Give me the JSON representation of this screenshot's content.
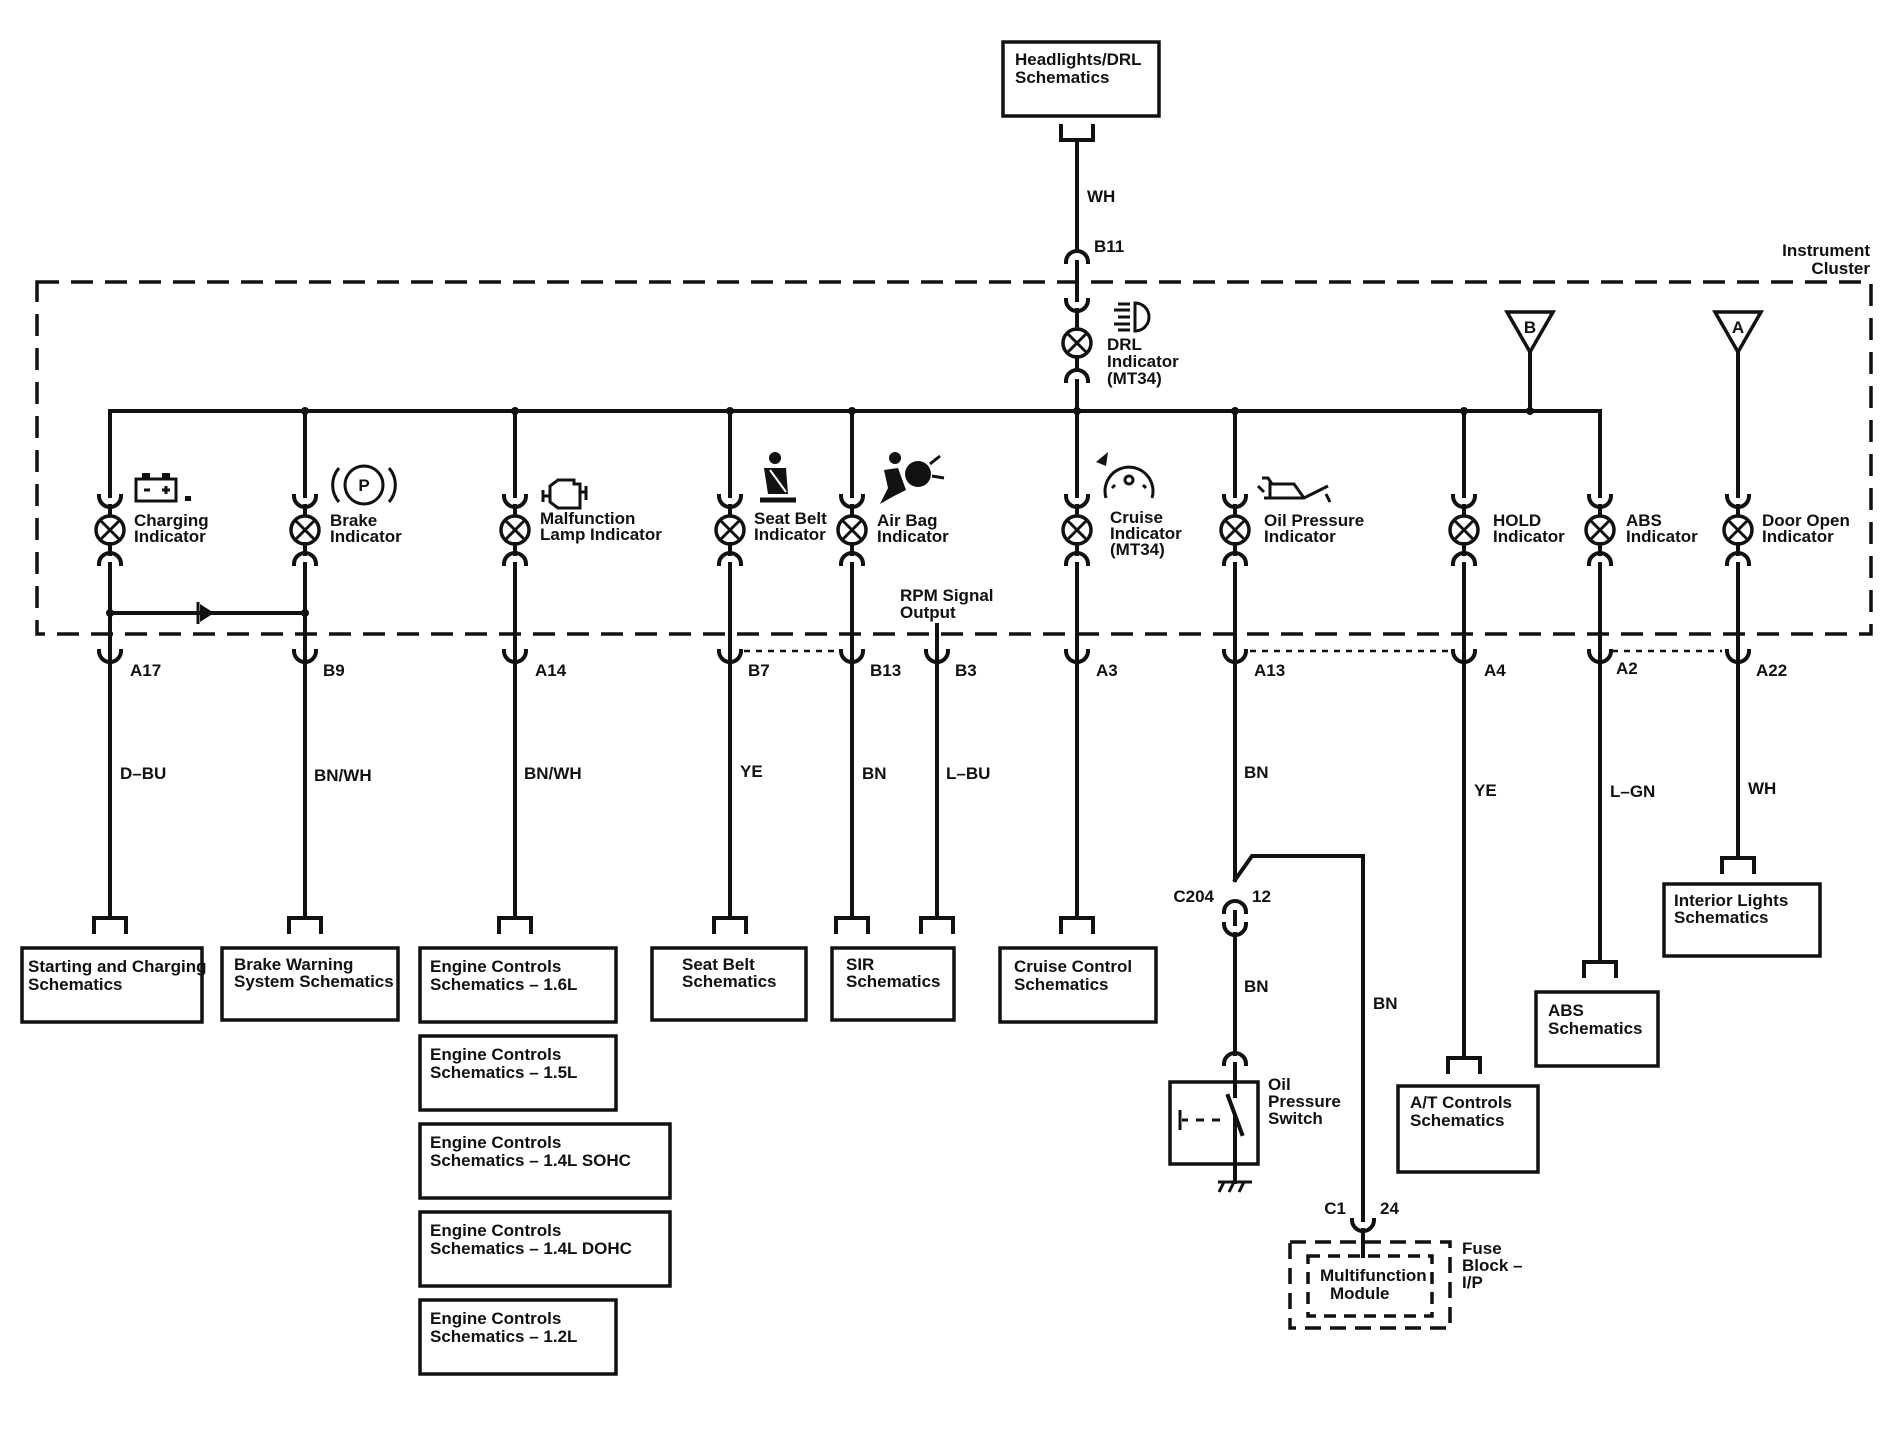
{
  "headlights": {
    "line1": "Headlights/DRL",
    "line2": "Schematics",
    "wire": "WH",
    "pin": "B11"
  },
  "cluster": {
    "line1": "Instrument",
    "line2": "Cluster"
  },
  "drl": {
    "line1": "DRL",
    "line2": "Indicator",
    "line3": "(MT34)"
  },
  "refs": {
    "b": "B",
    "a": "A"
  },
  "indicators": {
    "charging": {
      "line1": "Charging",
      "line2": "Indicator"
    },
    "brake": {
      "line1": "Brake",
      "line2": "Indicator",
      "symbol": "P"
    },
    "mil": {
      "line1": "Malfunction",
      "line2": "Lamp Indicator"
    },
    "seatbelt": {
      "line1": "Seat Belt",
      "line2": "Indicator"
    },
    "airbag": {
      "line1": "Air Bag",
      "line2": "Indicator"
    },
    "cruise": {
      "line1": "Cruise",
      "line2": "Indicator",
      "line3": "(MT34)"
    },
    "oil": {
      "line1": "Oil Pressure",
      "line2": "Indicator"
    },
    "hold": {
      "line1": "HOLD",
      "line2": "Indicator"
    },
    "abs": {
      "line1": "ABS",
      "line2": "Indicator"
    },
    "door": {
      "line1": "Door Open",
      "line2": "Indicator"
    }
  },
  "rpm": {
    "line1": "RPM Signal",
    "line2": "Output"
  },
  "pins": {
    "a17": "A17",
    "b9": "B9",
    "a14": "A14",
    "b7": "B7",
    "b13": "B13",
    "b3": "B3",
    "a3": "A3",
    "a13": "A13",
    "a4": "A4",
    "a2": "A2",
    "a22": "A22"
  },
  "wires": {
    "dbu": "D–BU",
    "bnwh1": "BN/WH",
    "bnwh2": "BN/WH",
    "ye1": "YE",
    "bn1": "BN",
    "lbu": "L–BU",
    "bn2": "BN",
    "ye2": "YE",
    "lgn": "L–GN",
    "wh": "WH",
    "bn3": "BN",
    "bn4": "BN"
  },
  "c204": {
    "name": "C204",
    "pin": "12"
  },
  "c1": {
    "name": "C1",
    "pin": "24"
  },
  "oilswitch": {
    "line1": "Oil",
    "line2": "Pressure",
    "line3": "Switch"
  },
  "fuse": {
    "line1": "Fuse",
    "line2": "Block –",
    "line3": "I/P"
  },
  "mfm": {
    "line1": "Multifunction",
    "line2": "Module"
  },
  "schematics": {
    "starting": {
      "line1": "Starting and Charging",
      "line2": "Schematics"
    },
    "brakewarn": {
      "line1": "Brake Warning",
      "line2": "System Schematics"
    },
    "eng16": {
      "line1": "Engine Controls",
      "line2": "Schematics – 1.6L"
    },
    "eng15": {
      "line1": "Engine Controls",
      "line2": "Schematics – 1.5L"
    },
    "eng14s": {
      "line1": "Engine Controls",
      "line2": "Schematics – 1.4L SOHC"
    },
    "eng14d": {
      "line1": "Engine Controls",
      "line2": "Schematics  – 1.4L DOHC"
    },
    "eng12": {
      "line1": "Engine Controls",
      "line2": "Schematics – 1.2L"
    },
    "seatbelt": {
      "line1": "Seat Belt",
      "line2": "Schematics"
    },
    "sir": {
      "line1": "SIR",
      "line2": "Schematics"
    },
    "cruise": {
      "line1": "Cruise Control",
      "line2": "Schematics"
    },
    "abs": {
      "line1": "ABS",
      "line2": "Schematics"
    },
    "at": {
      "line1": "A/T Controls",
      "line2": "Schematics"
    },
    "interior": {
      "line1": "Interior Lights",
      "line2": "Schematics"
    }
  }
}
